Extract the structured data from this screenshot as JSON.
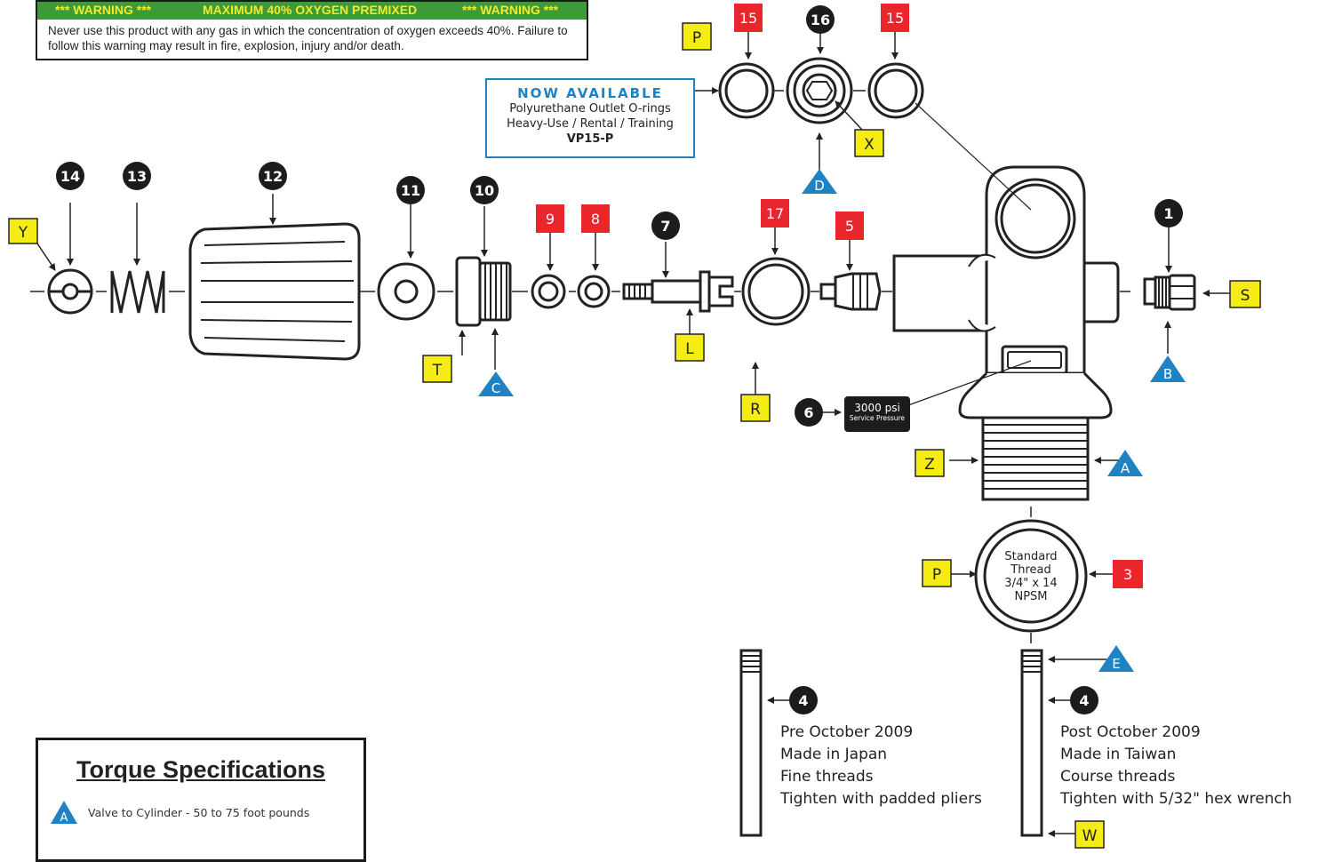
{
  "warning": {
    "left": "*** WARNING ***",
    "center": "MAXIMUM 40% OXYGEN PREMIXED",
    "right": "*** WARNING ***",
    "text": "Never use this product with any gas in which the concentration of oxygen exceeds 40%. Failure to follow this warning may result in fire, explosion, injury and/or death."
  },
  "now_available": {
    "title": "NOW AVAILABLE",
    "line1": "Polyurethane Outlet O-rings",
    "line2": "Heavy-Use / Rental / Training",
    "part": "VP15-P"
  },
  "labels": {
    "n14": "14",
    "n13": "13",
    "n12": "12",
    "n11": "11",
    "n10": "10",
    "n9": "9",
    "n8": "8",
    "n7": "7",
    "n17": "17",
    "n5": "5",
    "n1": "1",
    "n15a": "15",
    "n16": "16",
    "n15b": "15",
    "n6": "6",
    "n3": "3",
    "n4a": "4",
    "n4b": "4",
    "Y": "Y",
    "T": "T",
    "L": "L",
    "R": "R",
    "S": "S",
    "Z": "Z",
    "X": "X",
    "P_top": "P",
    "P_mid": "P",
    "W": "W",
    "C": "C",
    "D": "D",
    "B": "B",
    "A": "A",
    "E": "E",
    "A_torque": "A"
  },
  "thread": {
    "line1": "Standard",
    "line2": "Thread",
    "line3": "3/4\" x 14",
    "line4": "NPSM"
  },
  "pressure": {
    "value": "3000 psi",
    "caption": "Service Pressure"
  },
  "notes": {
    "pre": [
      "Pre October 2009",
      "Made in Japan",
      "Fine threads",
      "Tighten with padded pliers"
    ],
    "post": [
      "Post October 2009",
      "Made in Taiwan",
      "Course threads",
      "Tighten with 5/32\" hex wrench"
    ]
  },
  "torque": {
    "title": "Torque Specifications",
    "a_spec": "Valve to Cylinder - 50 to 75 foot pounds"
  },
  "colors": {
    "red_tag": "#e8262b",
    "yellow_tag": "#f5ec14",
    "blue_tag": "#1f82c4",
    "warning_green": "#3c9b36",
    "warning_yellow": "#f3ea2a"
  }
}
